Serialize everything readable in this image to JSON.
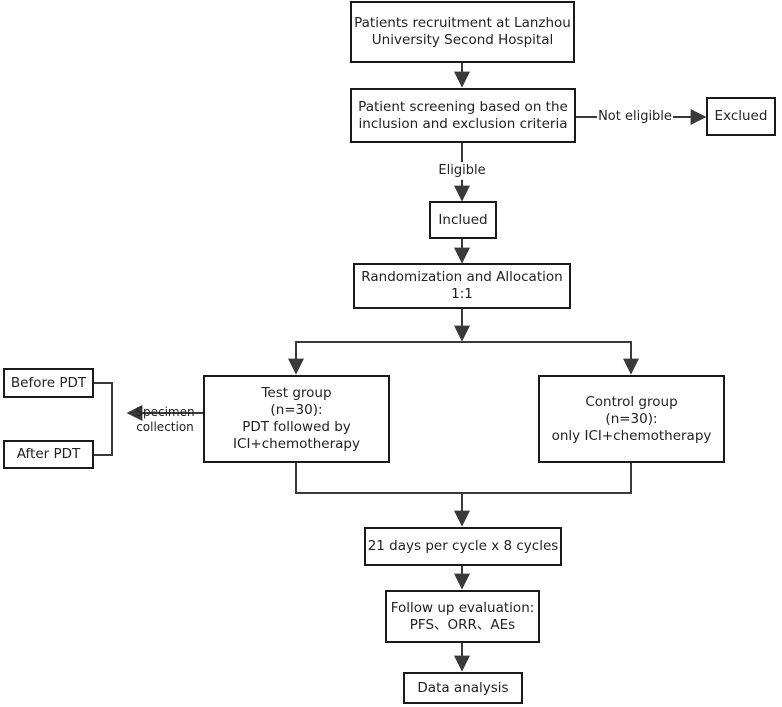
{
  "nodes": {
    "recruitment": {
      "lines": [
        "Patients recruitment at Lanzhou",
        "University Second Hospital"
      ]
    },
    "screening": {
      "lines": [
        "Patient screening based on the",
        "inclusion and exclusion criteria"
      ]
    },
    "excluded": {
      "lines": [
        "Exclued"
      ]
    },
    "included": {
      "lines": [
        "Inclued"
      ]
    },
    "randomization": {
      "lines": [
        "Randomization and Allocation",
        "1:1"
      ]
    },
    "test_group": {
      "lines": [
        "Test group",
        "(n=30):",
        "PDT followed by",
        "ICI+chemotherapy"
      ]
    },
    "control_group": {
      "lines": [
        "Control group",
        "(n=30):",
        "only ICI+chemotherapy"
      ]
    },
    "before_pdt": {
      "lines": [
        "Before PDT"
      ]
    },
    "after_pdt": {
      "lines": [
        "After PDT"
      ]
    },
    "cycles": {
      "lines": [
        "21 days per cycle x 8 cycles"
      ]
    },
    "followup": {
      "lines": [
        "Follow up evaluation:",
        "PFS、ORR、AEs"
      ]
    },
    "analysis": {
      "lines": [
        "Data analysis"
      ]
    }
  },
  "edge_labels": {
    "not_eligible": "Not eligible",
    "eligible": "Eligible",
    "specimen": [
      "Specimen",
      "collection"
    ]
  },
  "colors": {
    "line": "#3a3a3a",
    "border": "#1a1a1a",
    "text": "#222222"
  }
}
